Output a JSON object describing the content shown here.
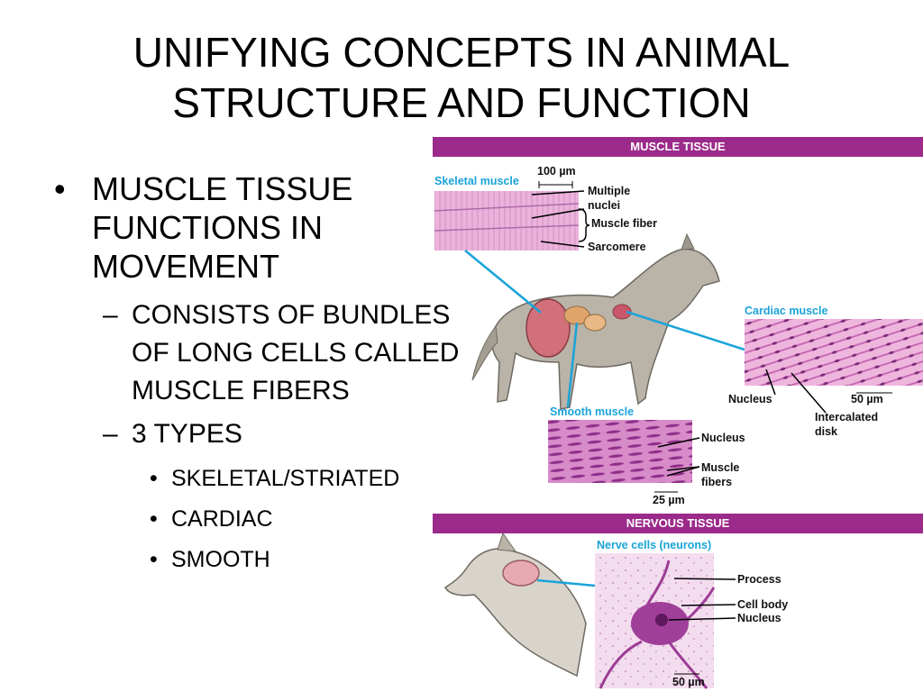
{
  "slide": {
    "title_line1": "UNIFYING CONCEPTS IN ANIMAL",
    "title_line2": "STRUCTURE AND FUNCTION",
    "bullets": {
      "main": {
        "line1": "MUSCLE TISSUE",
        "line2": "FUNCTIONS IN",
        "line3": "MOVEMENT"
      },
      "sub1": {
        "line1": "CONSISTS OF BUNDLES",
        "line2": "OF LONG CELLS CALLED",
        "line3": "MUSCLE FIBERS"
      },
      "sub2": "3 TYPES",
      "types": [
        "SKELETAL/STRIATED",
        "CARDIAC",
        "SMOOTH"
      ]
    },
    "bullet_marker": "•",
    "dash_marker": "–"
  },
  "figure": {
    "muscle_band": "MUSCLE TISSUE",
    "nervous_band": "NERVOUS TISSUE",
    "skeletal": {
      "title": "Skeletal muscle",
      "scale": "100 µm",
      "multiple": "Multiple",
      "nuclei": "nuclei",
      "fiber": "Muscle fiber",
      "sarcomere": "Sarcomere"
    },
    "cardiac": {
      "title": "Cardiac muscle",
      "nucleus": "Nucleus",
      "scale": "50 µm",
      "intercalated": "Intercalated",
      "disk": "disk"
    },
    "smooth": {
      "title": "Smooth muscle",
      "nucleus": "Nucleus",
      "muscle": "Muscle",
      "fibers": "fibers",
      "scale": "25 µm"
    },
    "nerve": {
      "title": "Nerve cells (neurons)",
      "process": "Process",
      "cell_body": "Cell body",
      "nucleus": "Nucleus",
      "scale": "50 µm"
    },
    "colors": {
      "band": "#9b2a8a",
      "label_blue": "#1aa3d9",
      "tissue_pink": "#e7a6d4",
      "tissue_dark": "#a8469a"
    }
  }
}
